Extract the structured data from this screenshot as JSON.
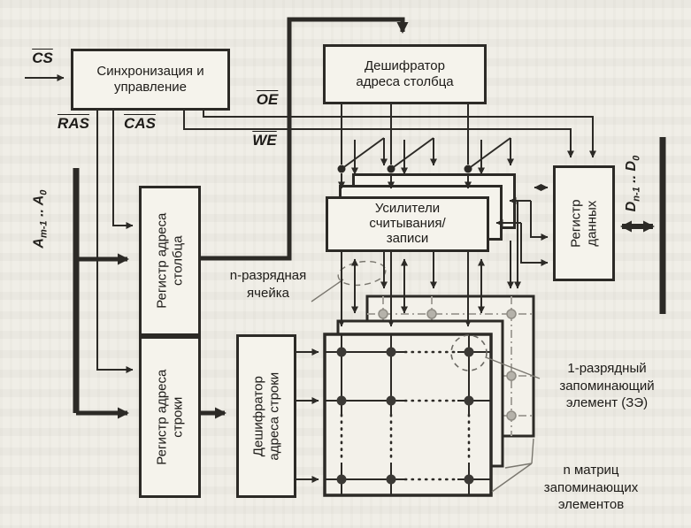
{
  "signals": {
    "cs": "CS",
    "ras": "RAS",
    "cas": "CAS",
    "oe": "OE",
    "we": "WE"
  },
  "buses": {
    "address": {
      "sym": "A",
      "hi": "m-1",
      "sep": "..",
      "sym2": "A",
      "lo": "0"
    },
    "data": {
      "sym": "D",
      "hi": "n-1",
      "sep": "..",
      "sym2": "D",
      "lo": "0"
    }
  },
  "blocks": {
    "sync": "Синхронизация и управление",
    "col_decoder": "Дешифратор адреса столбца",
    "col_register": "Регистр адреса столбца",
    "row_register": "Регистр адреса строки",
    "row_decoder": "Дешифратор адреса строки",
    "amplifiers": {
      "lines": [
        "Усилители",
        "считывания/",
        "записи"
      ]
    },
    "data_register": "Регистр данных"
  },
  "annotations": {
    "bit_cell": "n-разрядная ячейка",
    "storage_element": "1-разрядный запоминающий элемент (ЗЭ)",
    "matrices": "n матриц запоминающих элементов"
  },
  "colors": {
    "ink": "#2c2a26",
    "paper": "#f0eee7",
    "gray_layer": "#a6a39c"
  }
}
